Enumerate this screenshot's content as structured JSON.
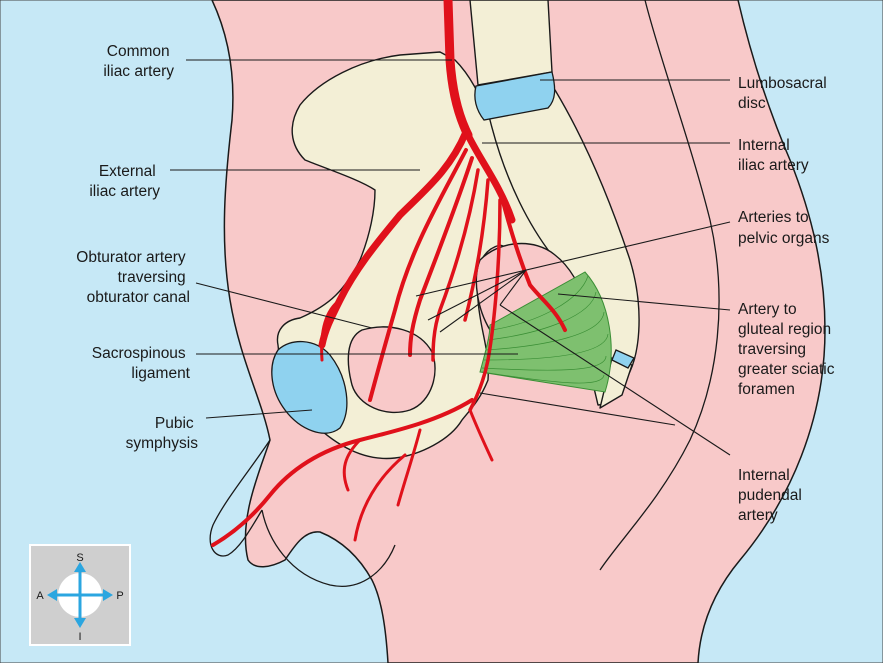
{
  "colors": {
    "background": "#c6e8f6",
    "skin": "#f8c9c9",
    "bone": "#f3efd6",
    "artery": "#e0111b",
    "cartilage": "#8fd2ef",
    "ligament": "#7ec06f",
    "compass_box": "#cfcfcf",
    "compass_arrow": "#2ba6e0"
  },
  "labels": {
    "common_iliac": [
      "Common",
      "iliac artery"
    ],
    "external_iliac": [
      "External",
      "iliac artery"
    ],
    "obturator": [
      "Obturator artery",
      "traversing",
      "obturator canal"
    ],
    "sacrospinous": [
      "Sacrospinous",
      "ligament"
    ],
    "pubic_symphysis": [
      "Pubic",
      "symphysis"
    ],
    "lumbosacral_disc": [
      "Lumbosacral",
      "disc"
    ],
    "internal_iliac": [
      "Internal",
      "iliac artery"
    ],
    "pelvic_organs": [
      "Arteries to",
      "pelvic organs"
    ],
    "gluteal": [
      "Artery to",
      "gluteal region",
      "traversing",
      "greater sciatic",
      "foramen"
    ],
    "internal_pudendal": [
      "Internal",
      "pudendal",
      "artery"
    ]
  },
  "compass": {
    "top": "S",
    "bottom": "I",
    "left": "A",
    "right": "P",
    "icon": "orientation-compass-icon"
  }
}
